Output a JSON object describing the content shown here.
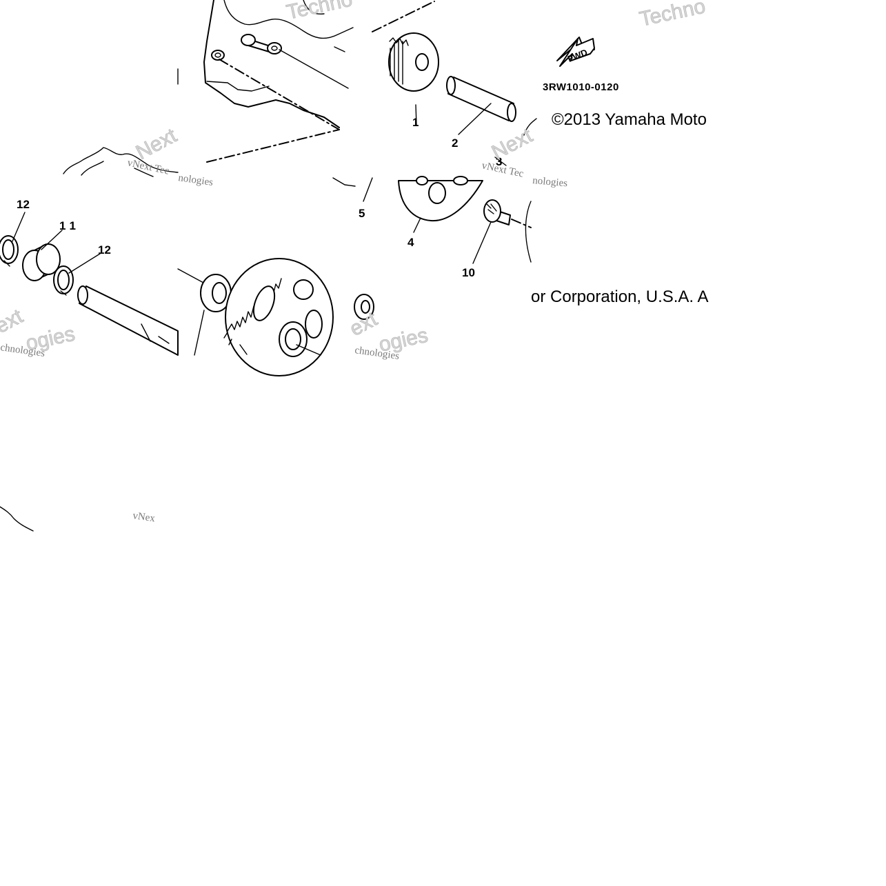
{
  "diagram": {
    "drawing_number": "3RW1010-0120",
    "direction_arrow_label": "FWD",
    "copyright_line_part1": "©2013 Yamaha Moto",
    "copyright_line_part2": "or Corporation, U.S.A. A",
    "callouts": [
      "1",
      "2",
      "3",
      "4",
      "5",
      "10",
      "11",
      "12",
      "12"
    ],
    "watermarks": {
      "large": "Techno",
      "brand": "vNext",
      "brand_partial": "ext",
      "small_techno": "vNext Tec",
      "small_technologies": "chnologies",
      "small_nologies": "nologies",
      "big_ogies": "ogies",
      "brand_tail": "Next",
      "left_partial": "vNex"
    }
  }
}
